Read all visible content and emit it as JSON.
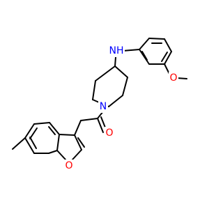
{
  "molecule": {
    "atom_labels": {
      "nh": "NH",
      "n_pip": "N",
      "o_carbonyl": "O",
      "o_furan": "O",
      "o_methoxy": "O"
    },
    "colors": {
      "bond": "#000000",
      "nitrogen": "#0000ff",
      "oxygen": "#ff0000",
      "background": "#ffffff"
    }
  }
}
